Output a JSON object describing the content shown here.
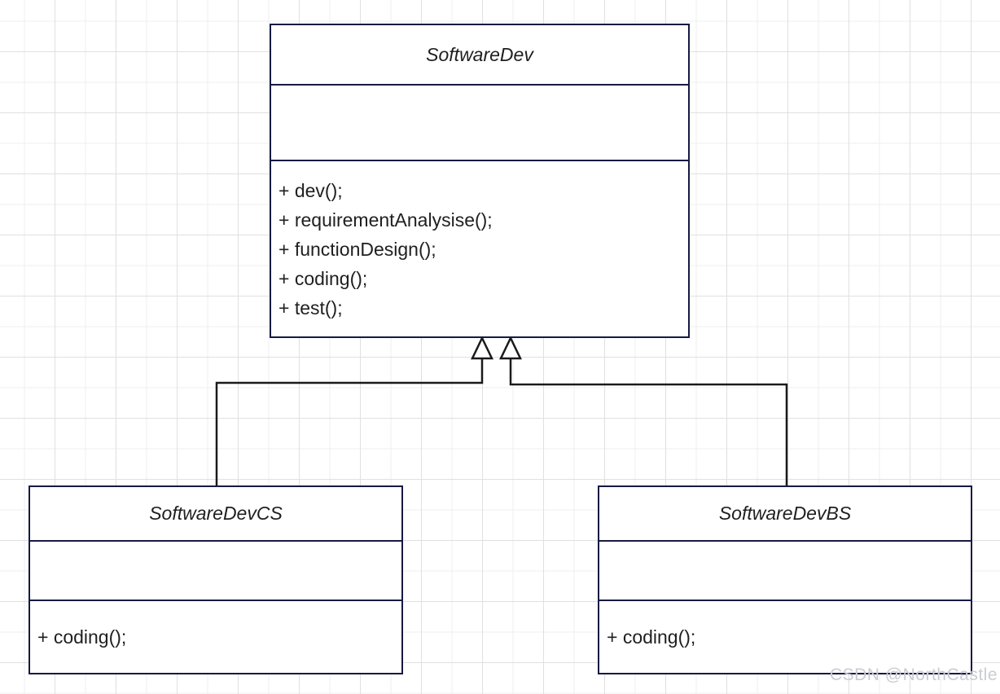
{
  "diagram": {
    "type": "uml-class-diagram",
    "classes": [
      {
        "name": "SoftwareDev",
        "stereotype": "abstract",
        "attributes": [],
        "methods": [
          "+ dev();",
          "+ requirementAnalysise();",
          "+ functionDesign();",
          "+ coding();",
          "+ test();"
        ]
      },
      {
        "name": "SoftwareDevCS",
        "stereotype": "abstract",
        "attributes": [],
        "methods": [
          "+ coding();"
        ]
      },
      {
        "name": "SoftwareDevBS",
        "stereotype": "abstract",
        "attributes": [],
        "methods": [
          "+ coding();"
        ]
      }
    ],
    "relations": [
      {
        "from": "SoftwareDevCS",
        "to": "SoftwareDev",
        "type": "inheritance"
      },
      {
        "from": "SoftwareDevBS",
        "to": "SoftwareDev",
        "type": "inheritance"
      }
    ]
  },
  "watermark": {
    "text": "CSDN @NorthCastle"
  },
  "colors": {
    "box_border": "#161a42",
    "connector": "#1a1a1a",
    "text": "#1f1f1f",
    "grid_minor": "#efefef",
    "grid_major": "#e0e0e0",
    "watermark": "#c9cdd2",
    "background": "#ffffff"
  }
}
